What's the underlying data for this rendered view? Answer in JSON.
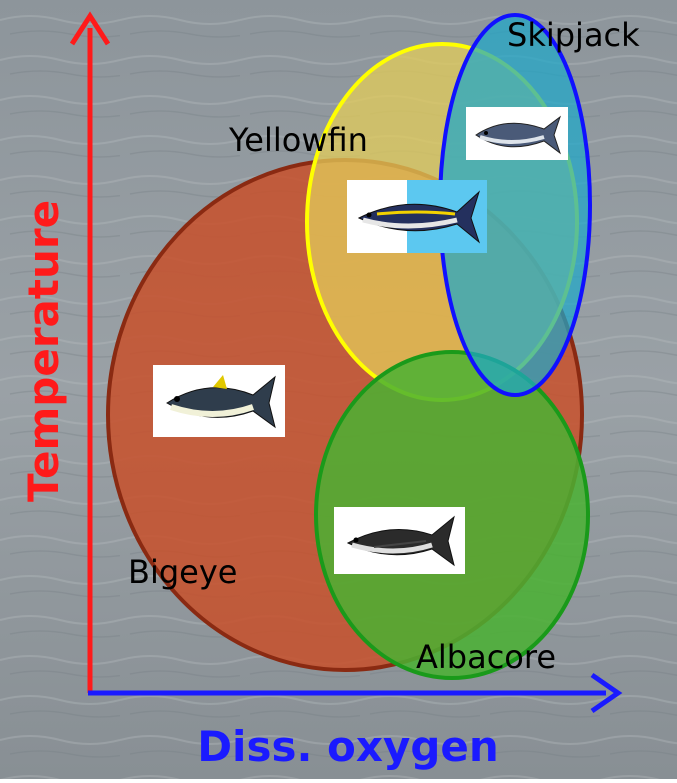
{
  "axes": {
    "x_label": "Diss. oxygen",
    "y_label": "Temperature",
    "x_color": "#1a1aff",
    "y_color": "#ff1a1a"
  },
  "species": [
    {
      "key": "bigeye",
      "label": "Bigeye",
      "fill": "#c8502a",
      "stroke": "#8a2a12",
      "fish_icon": "bigeye-tuna-icon"
    },
    {
      "key": "yellowfin",
      "label": "Yellowfin",
      "fill": "#e3cc5a",
      "stroke": "#ffff00",
      "fish_icon": "yellowfin-tuna-icon"
    },
    {
      "key": "skipjack",
      "label": "Skipjack",
      "fill": "#1ea7c9",
      "stroke": "#1010ff",
      "fish_icon": "skipjack-tuna-icon"
    },
    {
      "key": "albacore",
      "label": "Albacore",
      "fill": "#5ab43a",
      "stroke": "#1a9a1a",
      "fish_icon": "albacore-tuna-icon"
    }
  ],
  "background": {
    "color": "#8e959a"
  }
}
